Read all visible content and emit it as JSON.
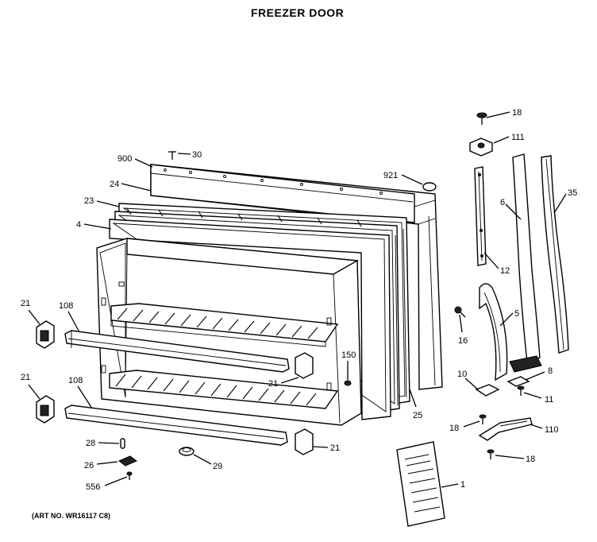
{
  "title": "FREEZER DOOR",
  "art_no": "(ART NO. WR16117 C8)",
  "callouts": [
    {
      "id": "c18a",
      "text": "18"
    },
    {
      "id": "c111",
      "text": "111"
    },
    {
      "id": "c30",
      "text": "30"
    },
    {
      "id": "c900",
      "text": "900"
    },
    {
      "id": "c921",
      "text": "921"
    },
    {
      "id": "c24",
      "text": "24"
    },
    {
      "id": "c35",
      "text": "35"
    },
    {
      "id": "c6",
      "text": "6"
    },
    {
      "id": "c23",
      "text": "23"
    },
    {
      "id": "c4",
      "text": "4"
    },
    {
      "id": "c12",
      "text": "12"
    },
    {
      "id": "c5",
      "text": "5"
    },
    {
      "id": "c21a",
      "text": "21"
    },
    {
      "id": "c108a",
      "text": "108"
    },
    {
      "id": "c16",
      "text": "16"
    },
    {
      "id": "c150",
      "text": "150"
    },
    {
      "id": "c21b",
      "text": "21"
    },
    {
      "id": "c10",
      "text": "10"
    },
    {
      "id": "c8",
      "text": "8"
    },
    {
      "id": "c21c",
      "text": "21"
    },
    {
      "id": "c108b",
      "text": "108"
    },
    {
      "id": "c11",
      "text": "11"
    },
    {
      "id": "c25",
      "text": "25"
    },
    {
      "id": "c18b",
      "text": "18"
    },
    {
      "id": "c110",
      "text": "110"
    },
    {
      "id": "c28",
      "text": "28"
    },
    {
      "id": "c21d",
      "text": "21"
    },
    {
      "id": "c26",
      "text": "26"
    },
    {
      "id": "c29",
      "text": "29"
    },
    {
      "id": "c18c",
      "text": "18"
    },
    {
      "id": "c556",
      "text": "556"
    },
    {
      "id": "c1",
      "text": "1"
    }
  ]
}
